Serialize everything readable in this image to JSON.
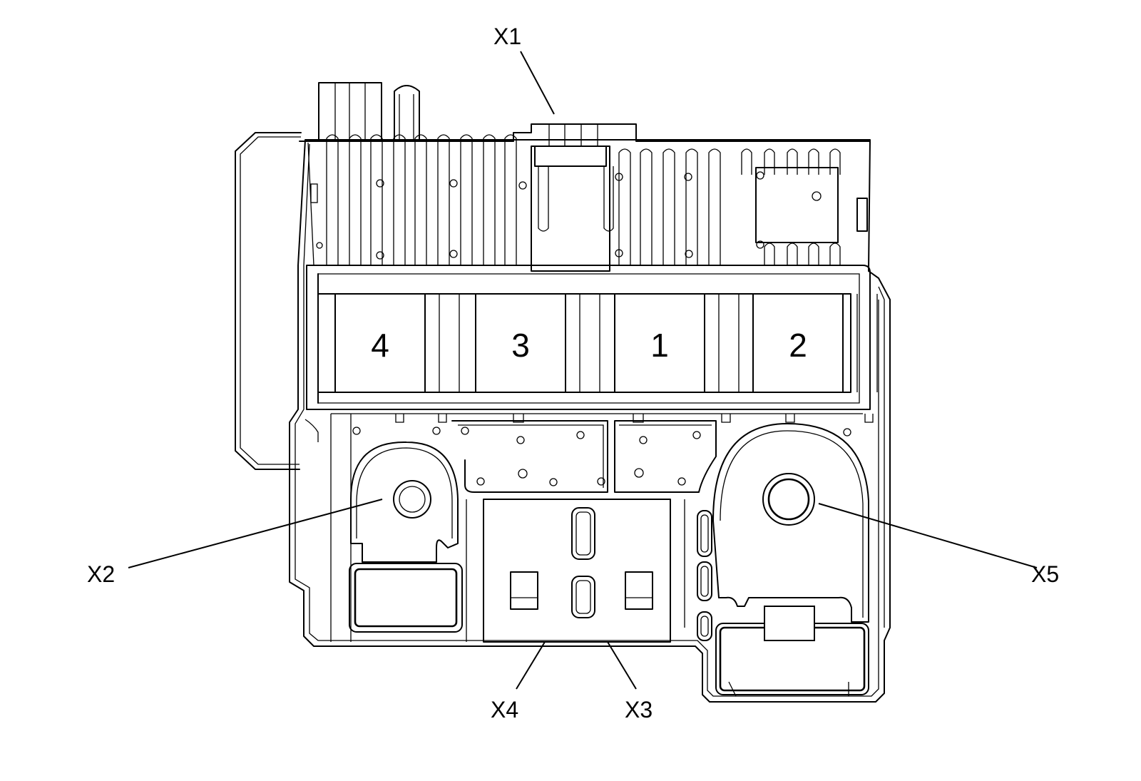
{
  "callouts": {
    "x1": "X1",
    "x2": "X2",
    "x3": "X3",
    "x4": "X4",
    "x5": "X5"
  },
  "fuse_labels": [
    "4",
    "3",
    "1",
    "2"
  ]
}
